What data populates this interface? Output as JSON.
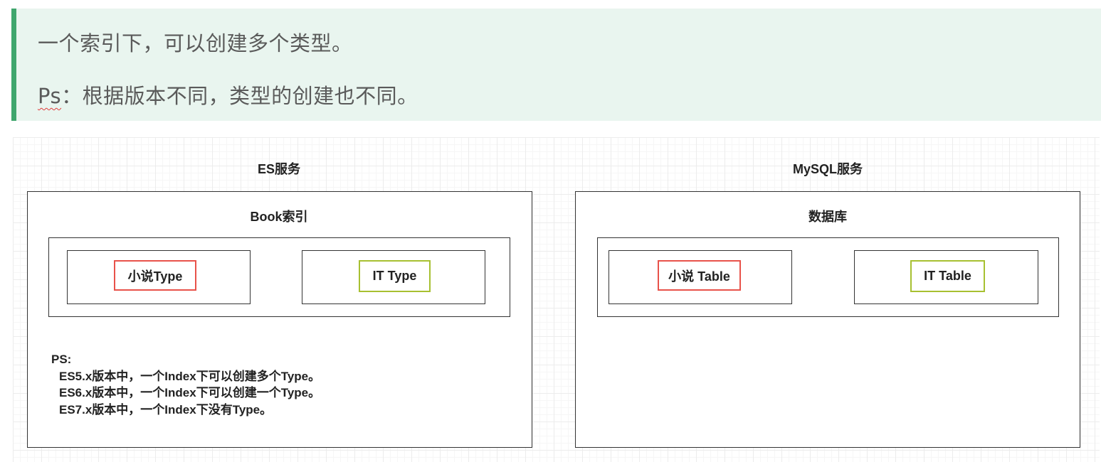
{
  "note": {
    "line1": "一个索引下，可以创建多个类型。",
    "line2_prefix": "Ps",
    "line2_rest": "：根据版本不同，类型的创建也不同。",
    "accent_color": "#3fa66d",
    "background_color": "#e9f5ef"
  },
  "diagram": {
    "es": {
      "service_title": "ES服务",
      "index_title": "Book索引",
      "types": [
        {
          "label": "小说Type",
          "border_color": "#e8524a"
        },
        {
          "label": "IT Type",
          "border_color": "#a7c031"
        }
      ],
      "ps": {
        "heading": "PS:",
        "lines": [
          "ES5.x版本中，一个Index下可以创建多个Type。",
          "ES6.x版本中，一个Index下可以创建一个Type。",
          "ES7.x版本中，一个Index下没有Type。"
        ]
      }
    },
    "mysql": {
      "service_title": "MySQL服务",
      "db_title": "数据库",
      "tables": [
        {
          "label": "小说 Table",
          "border_color": "#e8524a"
        },
        {
          "label": "IT Table",
          "border_color": "#a7c031"
        }
      ]
    }
  }
}
